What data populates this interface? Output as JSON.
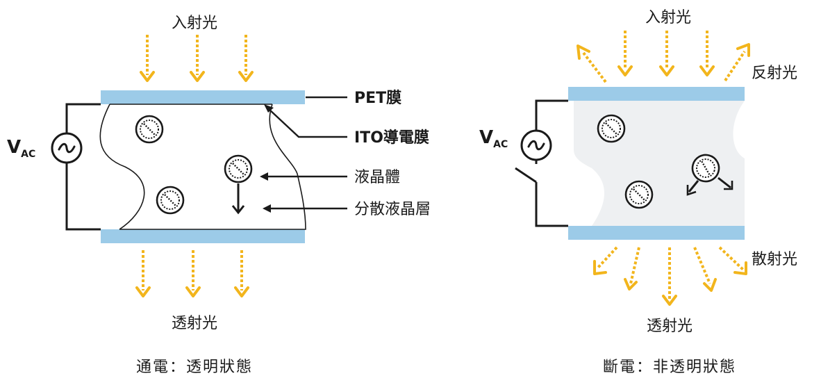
{
  "left": {
    "incident_label": "入射光",
    "transmitted_label": "透射光",
    "voltage_main": "V",
    "voltage_sub": "AC",
    "caption": "通電：透明狀態",
    "labels": {
      "pet_film": "PET膜",
      "ito_film": "ITO導電膜",
      "liquid_crystal": "液晶體",
      "pdlc_layer": "分散液晶層"
    }
  },
  "right": {
    "incident_label": "入射光",
    "reflected_label": "反射光",
    "scattered_label": "散射光",
    "transmitted_label": "透射光",
    "voltage_main": "V",
    "voltage_sub": "AC",
    "caption": "斷電：非透明狀態"
  },
  "colors": {
    "light_ray": "#f2b51c",
    "pet_film": "#9ccbe8",
    "scatter_layer": "#eef0f2"
  },
  "icons": {
    "ac_source": "tilde-in-circle",
    "liquid_crystal": "dotted-circle-with-diagonal"
  }
}
